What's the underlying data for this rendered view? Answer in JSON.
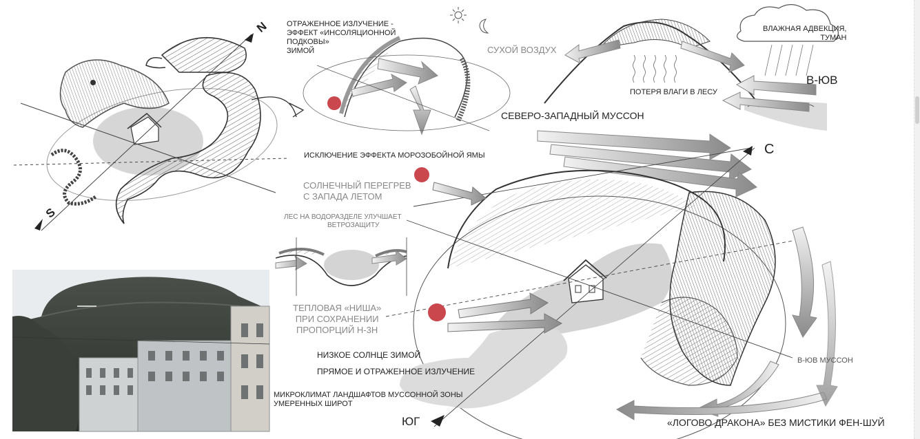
{
  "labels": {
    "reflected": [
      "ОТРАЖЕННОЕ ИЗЛУЧЕНИЕ -",
      "ЭФФЕКТ «ИНСОЛЯЦИОННОЙ",
      "ПОДКОВЫ»",
      "ЗИМОЙ"
    ],
    "dry_air": "СУХОЙ ВОЗДУХ",
    "wet_advection": [
      "ВЛАЖНАЯ АДВЕКЦИЯ,",
      "ТУМАН"
    ],
    "ese": "В-ЮВ",
    "moisture_loss": "ПОТЕРЯ ВЛАГИ В ЛЕСУ",
    "nw_monsoon": "СЕВЕРО-ЗАПАДНЫЙ МУССОН",
    "frost_pit": "ИСКЛЮЧЕНИЕ ЭФФЕКТА МОРОЗОБОЙНОЙ ЯМЫ",
    "north": "С",
    "overheat": [
      "СОЛНЕЧНЫЙ ПЕРЕГРЕВ",
      "С ЗАПАДА ЛЕТОМ"
    ],
    "forest_wind": [
      "ЛЕС НА ВОДОРАЗДЕЛЕ УЛУЧШАЕТ",
      "ВЕТРОЗАЩИТУ"
    ],
    "thermal_niche": [
      "ТЕПЛОВАЯ «НИША»",
      "ПРИ СОХРАНЕНИИ",
      "ПРОПОРЦИЙ Н-3Н"
    ],
    "low_sun": "НИЗКОЕ СОЛНЦЕ ЗИМОЙ",
    "direct_reflected": "ПРЯМОЕ И ОТРАЖЕННОЕ ИЗЛУЧЕНИЕ",
    "microclimate": [
      "МИКРОКЛИМАТ ЛАНДШАФТОВ МУССОННОЙ ЗОНЫ",
      "УМЕРЕННЫХ ШИРОТ"
    ],
    "south": "ЮГ",
    "ese_monsoon": "В-ЮВ МУССОН",
    "dragon_lair": "«ЛОГОВО ДРАКОНА» БЕЗ МИСТИКИ ФЕН-ШУЙ",
    "compass_n": "N",
    "compass_s": "S"
  },
  "colors": {
    "ink": "#222222",
    "sun_red": "#c9474d",
    "pale_gray": "#d4d4d4",
    "arrow_gray": "#9a9a9a",
    "sky": "#e9ecef"
  },
  "icons": [
    "sun-icon",
    "moon-icon",
    "cloud-icon"
  ]
}
